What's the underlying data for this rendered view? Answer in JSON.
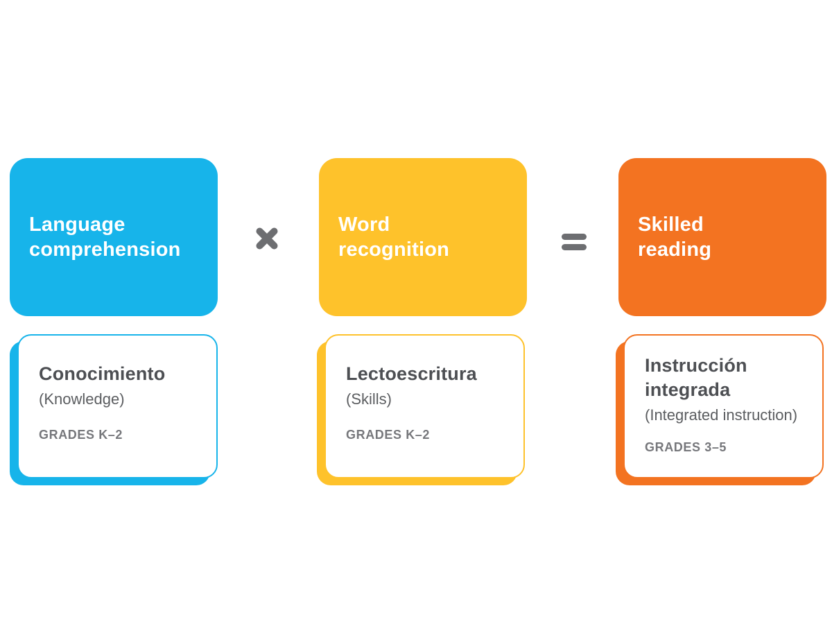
{
  "equation": {
    "cards": [
      {
        "label": "Language\ncomprehension",
        "color": "#17B4EA"
      },
      {
        "label": "Word\nrecognition",
        "color": "#FEC22B"
      },
      {
        "label": "Skilled\nreading",
        "color": "#F37321"
      }
    ],
    "operators": [
      "×",
      "="
    ]
  },
  "programs": [
    {
      "title": "Conocimiento",
      "subtitle": "(Knowledge)",
      "grades": "GRADES K–2",
      "color": "#17B4EA"
    },
    {
      "title": "Lectoescritura",
      "subtitle": "(Skills)",
      "grades": "GRADES K–2",
      "color": "#FEC22B"
    },
    {
      "title": "Instrucción integrada",
      "subtitle": "(Integrated instruction)",
      "grades": "GRADES 3–5",
      "color": "#F37321"
    }
  ],
  "colors": {
    "blue": "#17B4EA",
    "yellow": "#FEC22B",
    "orange": "#F37321",
    "operator_gray": "#6D6E71",
    "title_gray": "#4D4F53",
    "subtitle_gray": "#5B5D60",
    "grades_gray": "#76777B",
    "background": "#FFFFFF"
  }
}
